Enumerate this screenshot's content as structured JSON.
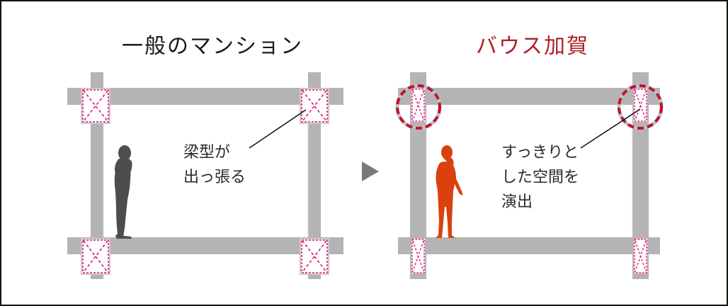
{
  "left_panel": {
    "title": "一般のマンション",
    "caption_line1": "梁型が",
    "caption_line2": "出っ張る",
    "figure_color": "#4d4d4d"
  },
  "right_panel": {
    "title": "バウス加賀",
    "caption_line1": "すっきりと",
    "caption_line2": "した空間を",
    "caption_line3": "演出",
    "figure_color": "#d9420f",
    "highlight_color": "#c8102e"
  },
  "arrow": {
    "icon": "play-triangle-icon",
    "color": "#7a7a7a"
  },
  "colors": {
    "beam": "#b4b4b4",
    "column_box_outline": "#e0157a",
    "title_right": "#b01e24"
  }
}
